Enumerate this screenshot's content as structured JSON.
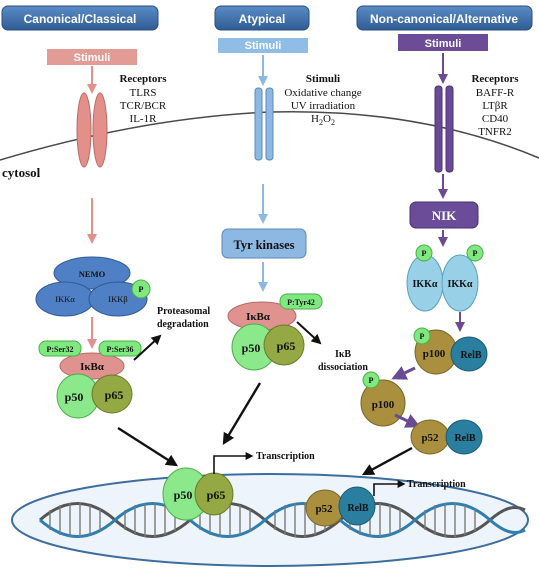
{
  "pathways": {
    "canonical": {
      "title": "Canonical/Classical",
      "stimuli": "Stimuli",
      "receptors_title": "Receptors",
      "receptors": [
        "TLRS",
        "TCR/BCR",
        "IL-1R"
      ],
      "complex": {
        "nemo": "NEMO",
        "ikka": "IKKα",
        "ikkb": "IKKβ",
        "p": "P"
      },
      "phospho": {
        "ser32": "P:Ser32",
        "ser36": "P:Ser36"
      },
      "ikba": "IκBα",
      "p50": "p50",
      "p65": "p65",
      "degradation": [
        "Proteasomal",
        "degradation"
      ]
    },
    "atypical": {
      "title": "Atypical",
      "stimuli": "Stimuli",
      "stimuli_title": "Stimuli",
      "stimuli_list": [
        "Oxidative change",
        "UV irradiation"
      ],
      "h2o2": {
        "h": "H",
        "sub": "2",
        "o": "O"
      },
      "kinase": "Tyr kinases",
      "phospho": "P:Tyr42",
      "ikba": "IκBα",
      "p50": "p50",
      "p65": "p65",
      "dissociation": [
        "IκB",
        "dissociation"
      ]
    },
    "noncanonical": {
      "title": "Non-canonical/Alternative",
      "stimuli": "Stimuli",
      "receptors_title": "Receptors",
      "receptors": [
        "BAFF-R",
        "LTβR",
        "CD40",
        "TNFR2"
      ],
      "nik": "NIK",
      "ikka": "IKKα",
      "p": "P",
      "p100": "p100",
      "relb": "RelB",
      "p52": "p52"
    }
  },
  "cytosol": "cytosol",
  "nucleus": {
    "p50": "p50",
    "p65": "p65",
    "p52": "p52",
    "relb": "RelB",
    "transcription": "Transcription"
  },
  "colors": {
    "header": "#3a6aa3",
    "canonical_stimuli": "#e29b95",
    "canonical_receptor": "#e3908a",
    "atypical_stimuli": "#8fbde6",
    "atypical_receptor": "#8db8e2",
    "noncanonical_stimuli": "#6c4c96",
    "noncanonical_receptor": "#6a4a94",
    "ikk_complex": "#4f7fc4",
    "nik": "#6a4c98",
    "ikka_alt": "#98d0e8",
    "p50": "#8be88b",
    "p65": "#94a843",
    "ikba": "#e0928f",
    "p100": "#a98f3e",
    "relb": "#2a7ea0",
    "phospho": "#7fe87f"
  }
}
